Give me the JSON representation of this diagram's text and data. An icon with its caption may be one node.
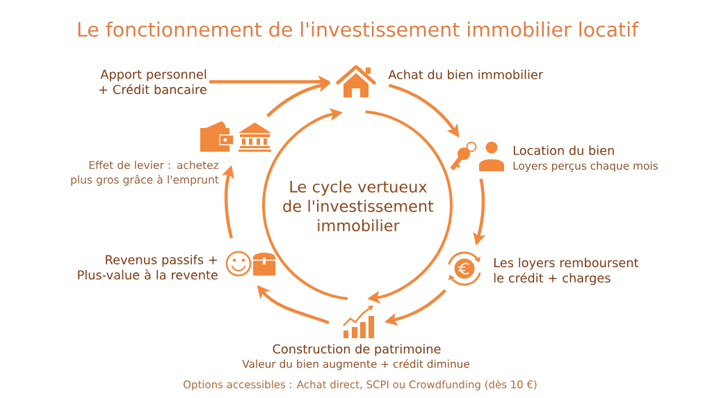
{
  "diagram": {
    "title": "Le fonctionnement de l'investissement immobilier locatif",
    "caption": "Options accessibles : Achat direct, SCPI ou Crowdfunding (dès 10 €)",
    "nodes": [
      {
        "text": [
          "Apport personnel + Crédit bancaire"
        ]
      },
      {
        "text": [],
        "shape": "picture",
        "beside": [
          "Achat du bien immobilier"
        ]
      },
      {
        "text": [],
        "shape": "picture",
        "beside": [
          "Location du bien",
          "Loyers perçus chaque mois"
        ]
      },
      {
        "text": [],
        "shape": "picture",
        "beside": [
          "Les loyers remboursent le crédit + charges"
        ]
      },
      {
        "text": [],
        "shape": "picture",
        "beside": [
          "Construction de patrimoine",
          "Valeur du bien augmente + crédit diminue"
        ]
      },
      {
        "text": [],
        "shape": "picture",
        "beside": [
          "Revenus passifs + Plus-value à la revente"
        ]
      },
      {
        "text": [],
        "shape": "picture",
        "beside": [
          "Effet de levier : achetez plus gros grâce à l'emprunt"
        ]
      },
      {
        "text": [
          "Le cycle vertueux de l'investissement immobilier"
        ]
      }
    ],
    "edges": [
      {
        "from": 0,
        "to": 1,
        "arrow": "to"
      },
      {
        "from": 6,
        "to": 1,
        "arrow": "to"
      },
      {
        "from": 1,
        "to": 2,
        "arrow": "to"
      },
      {
        "from": 2,
        "to": 3,
        "arrow": "to"
      },
      {
        "from": 3,
        "to": 4,
        "arrow": "to"
      },
      {
        "from": 4,
        "to": 5,
        "arrow": "to"
      },
      {
        "from": 5,
        "to": 6,
        "arrow": "to"
      }
    ]
  }
}
